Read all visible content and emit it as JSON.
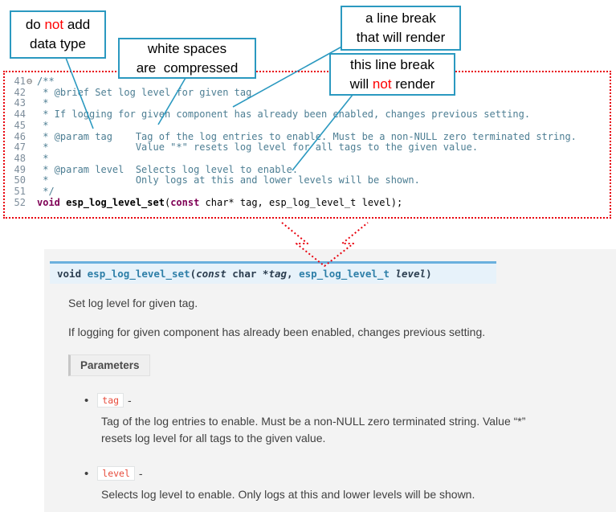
{
  "callouts": {
    "c1": {
      "l1a": "do ",
      "l1b": "not",
      "l1c": " add",
      "l2": "data type"
    },
    "c2": {
      "l1": "white spaces",
      "l2": "are  compressed"
    },
    "c3": {
      "l1": "a line break",
      "l2": "that will render"
    },
    "c4": {
      "l1": "this line break",
      "l2a": "will ",
      "l2b": "not",
      "l2c": " render"
    }
  },
  "code": {
    "fold_icon": "⊖",
    "lines": [
      {
        "num": "41",
        "text": "/**"
      },
      {
        "num": "42",
        "text": " * @brief Set log level for given tag"
      },
      {
        "num": "43",
        "text": " *"
      },
      {
        "num": "44",
        "text": " * If logging for given component has already been enabled, changes previous setting."
      },
      {
        "num": "45",
        "text": " *"
      },
      {
        "num": "46",
        "text": " * @param tag    Tag of the log entries to enable. Must be a non-NULL zero terminated string."
      },
      {
        "num": "47",
        "text": " *               Value \"*\" resets log level for all tags to the given value."
      },
      {
        "num": "48",
        "text": " *"
      },
      {
        "num": "49",
        "text": " * @param level  Selects log level to enable."
      },
      {
        "num": "50",
        "text": " *               Only logs at this and lower levels will be shown."
      },
      {
        "num": "51",
        "text": " */"
      }
    ],
    "line52": {
      "num": "52",
      "kw1": "void ",
      "fn": "esp_log_level_set",
      "open": "(",
      "kw2": "const",
      "rest": " char* tag, esp_log_level_t level);"
    }
  },
  "docs": {
    "signature": {
      "kw1": "void ",
      "name": "esp_log_level_set",
      "open": "(",
      "kw2": "const",
      "type1": " char *",
      "arg1": "tag",
      "comma": ", ",
      "type2": "esp_log_level_t",
      "arg2": " level",
      "close": ")"
    },
    "brief": "Set log level for given tag.",
    "description": "If logging for given component has already been enabled, changes previous setting.",
    "parameters_label": "Parameters",
    "bullet": "•",
    "params": [
      {
        "name": "tag",
        "sep": "-",
        "desc": "Tag of the log entries to enable. Must be a non-NULL zero terminated string. Value “*” resets log level for all tags to the given value."
      },
      {
        "name": "level",
        "sep": "-",
        "desc": "Selects log level to enable. Only logs at this and lower levels will be shown."
      }
    ]
  },
  "colors": {
    "callout_border": "#2b99c0",
    "highlight_red": "#ff0000",
    "dotted_border_red": "#e8000d",
    "signature_bg": "#e7f2fa",
    "signature_border": "#6ab0de",
    "param_name_red": "#e74c3c",
    "comment_teal": "#4d7e93",
    "keyword_purple": "#7f0055"
  }
}
